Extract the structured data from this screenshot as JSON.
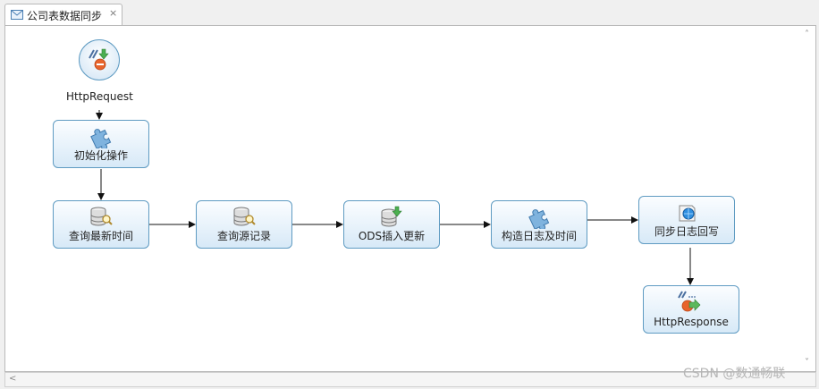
{
  "tab": {
    "title": "公司表数据同步",
    "close_glyph": "×",
    "icon": "mail-flow-icon"
  },
  "flow": {
    "start": {
      "label": "HttpRequest",
      "icon": "http-request-icon"
    },
    "nodes": {
      "init": {
        "label": "初始化操作",
        "icon": "puzzle-icon"
      },
      "query_latest": {
        "label": "查询最新时间",
        "icon": "database-search-icon"
      },
      "query_source": {
        "label": "查询源记录",
        "icon": "database-search-icon"
      },
      "ods_insert": {
        "label": "ODS插入更新",
        "icon": "database-insert-icon"
      },
      "build_log": {
        "label": "构造日志及时间",
        "icon": "puzzle-icon"
      },
      "sync_log": {
        "label": "同步日志回写",
        "icon": "web-service-icon"
      },
      "response": {
        "label": "HttpResponse",
        "icon": "http-response-icon"
      }
    }
  },
  "watermark": "CSDN @数通畅联",
  "colors": {
    "node_border": "#5f9bc2",
    "node_fill": "#d7e9f7",
    "edge": "#111111"
  }
}
